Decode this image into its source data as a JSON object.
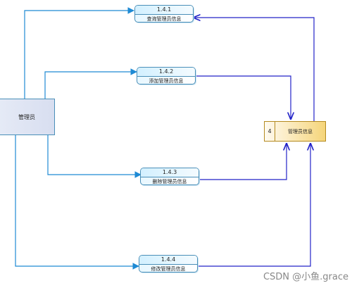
{
  "entity": {
    "label": "管理员"
  },
  "processes": [
    {
      "id": "1.4.1",
      "name": "查询管理员信息"
    },
    {
      "id": "1.4.2",
      "name": "添加管理员信息"
    },
    {
      "id": "1.4.3",
      "name": "删除管理员信息"
    },
    {
      "id": "1.4.4",
      "name": "修改管理员信息"
    }
  ],
  "data_store": {
    "id": "4",
    "name": "管理员信息"
  },
  "watermark": "CSDN @小鱼.grace",
  "colors": {
    "entity_to_process": "#1e8ad4",
    "process_to_store": "#2323c8",
    "store_border": "#b48a1f",
    "process_border": "#4a8fb8"
  }
}
